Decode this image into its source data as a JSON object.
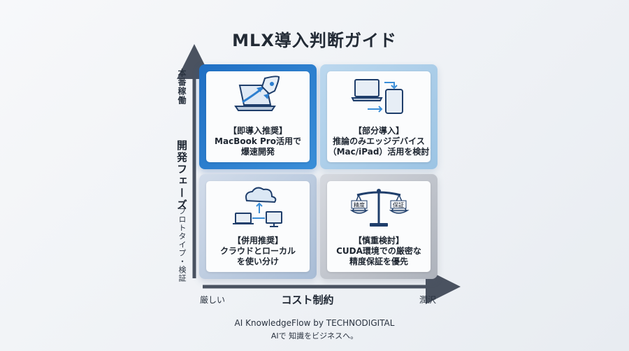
{
  "title": "MLX導入判断ガイド",
  "axes": {
    "y_title": "開発フェーズ",
    "y_top": "本番稼働",
    "y_bottom": "プロトタイプ・検証",
    "x_title": "コスト制約",
    "x_left": "厳しい",
    "x_right": "潤沢"
  },
  "quadrants": [
    {
      "id": "q1",
      "lines": [
        "【即導入推奨】",
        "MacBook Pro活用で",
        "爆速開発"
      ],
      "icon": "rocket-laptop-icon"
    },
    {
      "id": "q2",
      "lines": [
        "【部分導入】",
        "推論のみエッジデバイス",
        "（Mac/iPad）活用を検討"
      ],
      "icon": "laptop-tablet-sync-icon"
    },
    {
      "id": "q3",
      "lines": [
        "【併用推奨】",
        "クラウドとローカル",
        "を使い分け"
      ],
      "icon": "cloud-devices-icon"
    },
    {
      "id": "q4",
      "lines": [
        "【慎重検討】",
        "CUDA環境での厳密な",
        "精度保証を優先"
      ],
      "icon": "balance-scale-icon",
      "scale_labels": [
        "精度",
        "保証"
      ]
    }
  ],
  "footer": {
    "line1": "AI KnowledgeFlow by TECHNODIGITAL",
    "line2": "AIで 知識をビジネスへ。"
  },
  "colors": {
    "accent": "#1f6fc4",
    "axis": "#4a5260"
  }
}
